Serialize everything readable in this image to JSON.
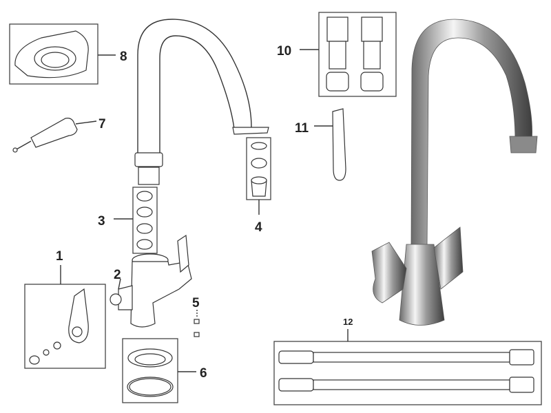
{
  "diagram": {
    "title": "Kitchen mixer tap exploded parts diagram",
    "part_labels": [
      "1",
      "2",
      "3",
      "4",
      "5",
      "6",
      "7",
      "8",
      "10",
      "11",
      "12"
    ],
    "colors": {
      "line": "#333333",
      "chrome_dark": "#5a5a5a",
      "chrome_light": "#f2f2f2"
    }
  }
}
